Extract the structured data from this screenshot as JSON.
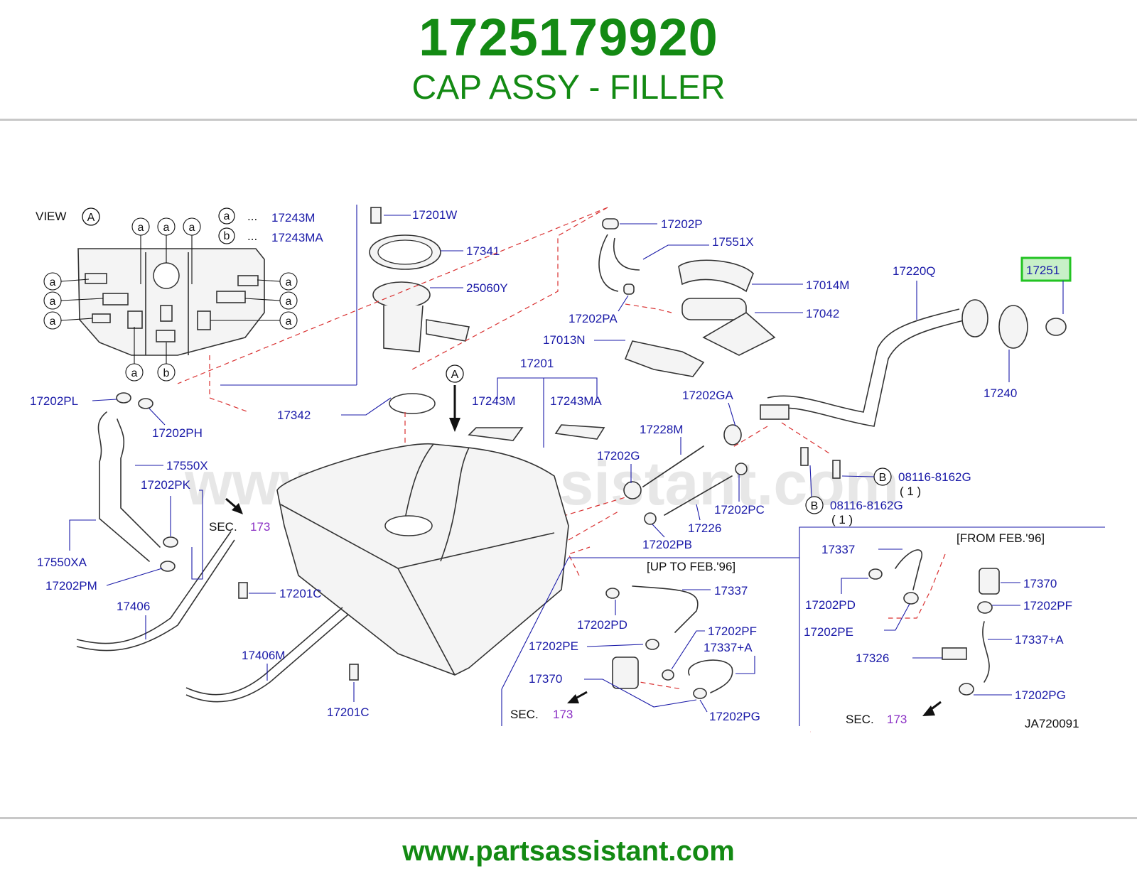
{
  "header": {
    "part_number": "1725179920",
    "part_name": "CAP ASSY - FILLER"
  },
  "footer": {
    "url": "www.partsassistant.com"
  },
  "diagram": {
    "watermark": "www.partsassistant.com",
    "drawing_code": "JA720091",
    "view_label": "VIEW",
    "view_marker": "A",
    "arrow_marker": "A",
    "legend": [
      {
        "marker": "a",
        "dots": "...",
        "part": "17243M"
      },
      {
        "marker": "b",
        "dots": "...",
        "part": "17243MA"
      }
    ],
    "highlighted_part": "17251",
    "sec_text": "SEC.",
    "sec_ref": "173",
    "bolt_marker": "B",
    "bolt_part": "08116-8162G",
    "bolt_qty": "( 1 )",
    "variant_up_to": "[UP  TO  FEB.'96]",
    "variant_from": "[FROM  FEB.'96]",
    "labels": {
      "p17201W": "17201W",
      "p17341": "17341",
      "p25060Y": "25060Y",
      "p17202P": "17202P",
      "p17551X": "17551X",
      "p17014M": "17014M",
      "p17042": "17042",
      "p17202PA": "17202PA",
      "p17013N": "17013N",
      "p17220Q": "17220Q",
      "p17240": "17240",
      "p17201": "17201",
      "p17243M": "17243M",
      "p17243MA": "17243MA",
      "p17342": "17342",
      "p17202PL": "17202PL",
      "p17202PH": "17202PH",
      "p17550X": "17550X",
      "p17202PK": "17202PK",
      "p17550XA": "17550XA",
      "p17202PM": "17202PM",
      "p17406": "17406",
      "p17201C_a": "17201C",
      "p17406M": "17406M",
      "p17201C_b": "17201C",
      "p17202GA": "17202GA",
      "p17228M": "17228M",
      "p17202G": "17202G",
      "p17202PC": "17202PC",
      "p17226": "17226",
      "p17202PB": "17202PB",
      "p17337_l": "17337",
      "p17202PD_l": "17202PD",
      "p17202PE_l": "17202PE",
      "p17202PF_l": "17202PF",
      "p17337A_l": "17337+A",
      "p17370_l": "17370",
      "p17202PG_l": "17202PG",
      "p17337_r": "17337",
      "p17202PD_r": "17202PD",
      "p17202PE_r": "17202PE",
      "p17370_r": "17370",
      "p17202PF_r": "17202PF",
      "p17337A_r": "17337+A",
      "p17326": "17326",
      "p17202PG_r": "17202PG"
    }
  }
}
